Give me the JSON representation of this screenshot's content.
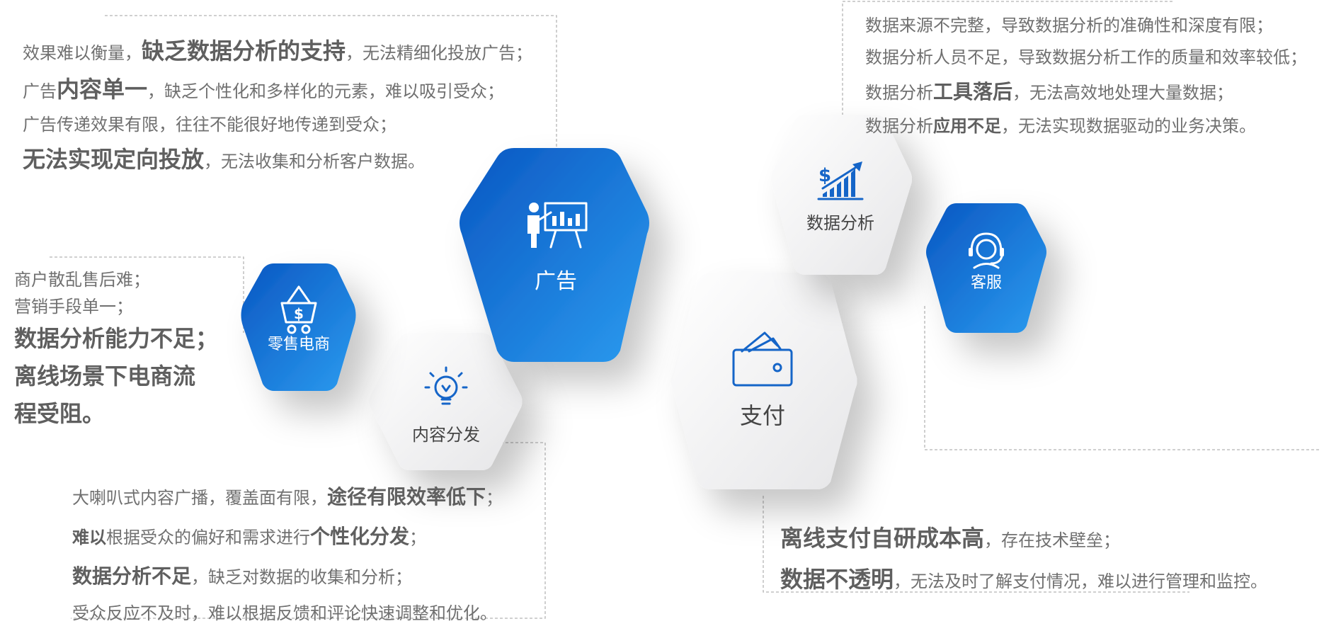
{
  "hexagons": {
    "ad": "广告",
    "retail": "零售电商",
    "content": "内容分发",
    "payment": "支付",
    "analytics": "数据分析",
    "service": "客服"
  },
  "ad_issues": [
    {
      "pre": "效果难以衡量，",
      "bold": "缺乏数据分析的支持",
      "post": "，无法精细化投放广告；"
    },
    {
      "pre": "广告",
      "bold": "内容单一",
      "post": "，缺乏个性化和多样化的元素，难以吸引受众；"
    },
    {
      "pre": "广告传递效果有限，往往不能很好地传递到受众；",
      "bold": "",
      "post": ""
    },
    {
      "pre": "",
      "bold": "无法实现定向投放",
      "post": "，无法收集和分析客户数据。"
    }
  ],
  "retail_issues": {
    "line1": "商户散乱售后难；",
    "line2": "营销手段单一；",
    "bold1": "数据分析能力不足；",
    "bold2": "离线场景下电商流",
    "bold3": "程受阻。"
  },
  "content_issues": [
    {
      "pre": "大喇叭式内容广播，覆盖面有限，",
      "bold": "途径有限效率低下",
      "post": "；"
    },
    {
      "pre": "",
      "bold": "难以",
      "post": "根据受众的偏好和需求进行",
      "bold2": "个性化分发",
      "post2": "；"
    },
    {
      "pre": "",
      "bold": "数据分析不足",
      "post": "，缺乏对数据的收集和分析；"
    },
    {
      "pre": "受众反应不及时，难以根据反馈和评论快速调整和优化。",
      "bold": "",
      "post": ""
    }
  ],
  "analytics_issues": [
    {
      "pre": "数据来源不完整，导致数据分析的准确性和深度有限；",
      "bold": "",
      "post": ""
    },
    {
      "pre": "数据分析人员不足，导致数据分析工作的质量和效率较低；",
      "bold": "",
      "post": ""
    },
    {
      "pre": "数据分析",
      "bold": "工具落后",
      "post": "，无法高效地处理大量数据；"
    },
    {
      "pre": "数据分析",
      "bold": "应用不足",
      "post": "，无法实现数据驱动的业务决策。"
    }
  ],
  "payment_issues": [
    {
      "pre": "",
      "bold": "离线支付自研成本高",
      "post": "，存在技术壁垒；"
    },
    {
      "pre": "",
      "bold": "数据不透明",
      "post": "，无法及时了解支付情况，难以进行管理和监控。"
    }
  ],
  "colors": {
    "blue_light": "#2a93ec",
    "blue_dark": "#0a5cc6",
    "text": "#707070",
    "text_bold": "#5f5f5f",
    "dash": "#b5b5b5"
  }
}
